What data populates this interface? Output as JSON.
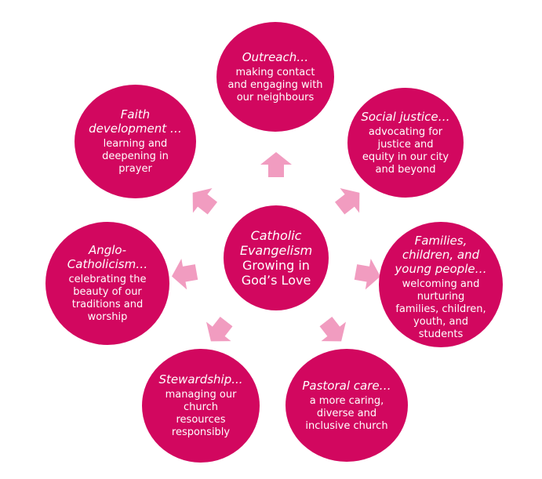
{
  "accent_color": "#d2075f",
  "arrow_color": "#f19cc0",
  "center": {
    "title": "Catholic\nEvangelism",
    "subtitle": "Growing in\nGod’s Love"
  },
  "nodes": [
    {
      "key": "outreach",
      "title": "Outreach…",
      "desc": "making contact\nand engaging with\nour neighbours"
    },
    {
      "key": "social-justice",
      "title": "Social justice…",
      "desc": "advocating for\njustice and\nequity in our city\nand beyond"
    },
    {
      "key": "families",
      "title": "Families,\nchildren, and\nyoung people…",
      "desc": "welcoming and\nnurturing\nfamilies, children,\nyouth, and\nstudents"
    },
    {
      "key": "pastoral-care",
      "title": "Pastoral care…",
      "desc": "a more caring,\ndiverse and\ninclusive church"
    },
    {
      "key": "stewardship",
      "title": "Stewardship...",
      "desc": "managing our\nchurch\nresources\nresponsibly"
    },
    {
      "key": "anglo-catholicism",
      "title": "Anglo-\nCatholicism…",
      "desc": "celebrating the\nbeauty of our\ntraditions and\nworship"
    },
    {
      "key": "faith-development",
      "title": "Faith\ndevelopment …",
      "desc": "learning and\ndeepening in\nprayer"
    }
  ]
}
